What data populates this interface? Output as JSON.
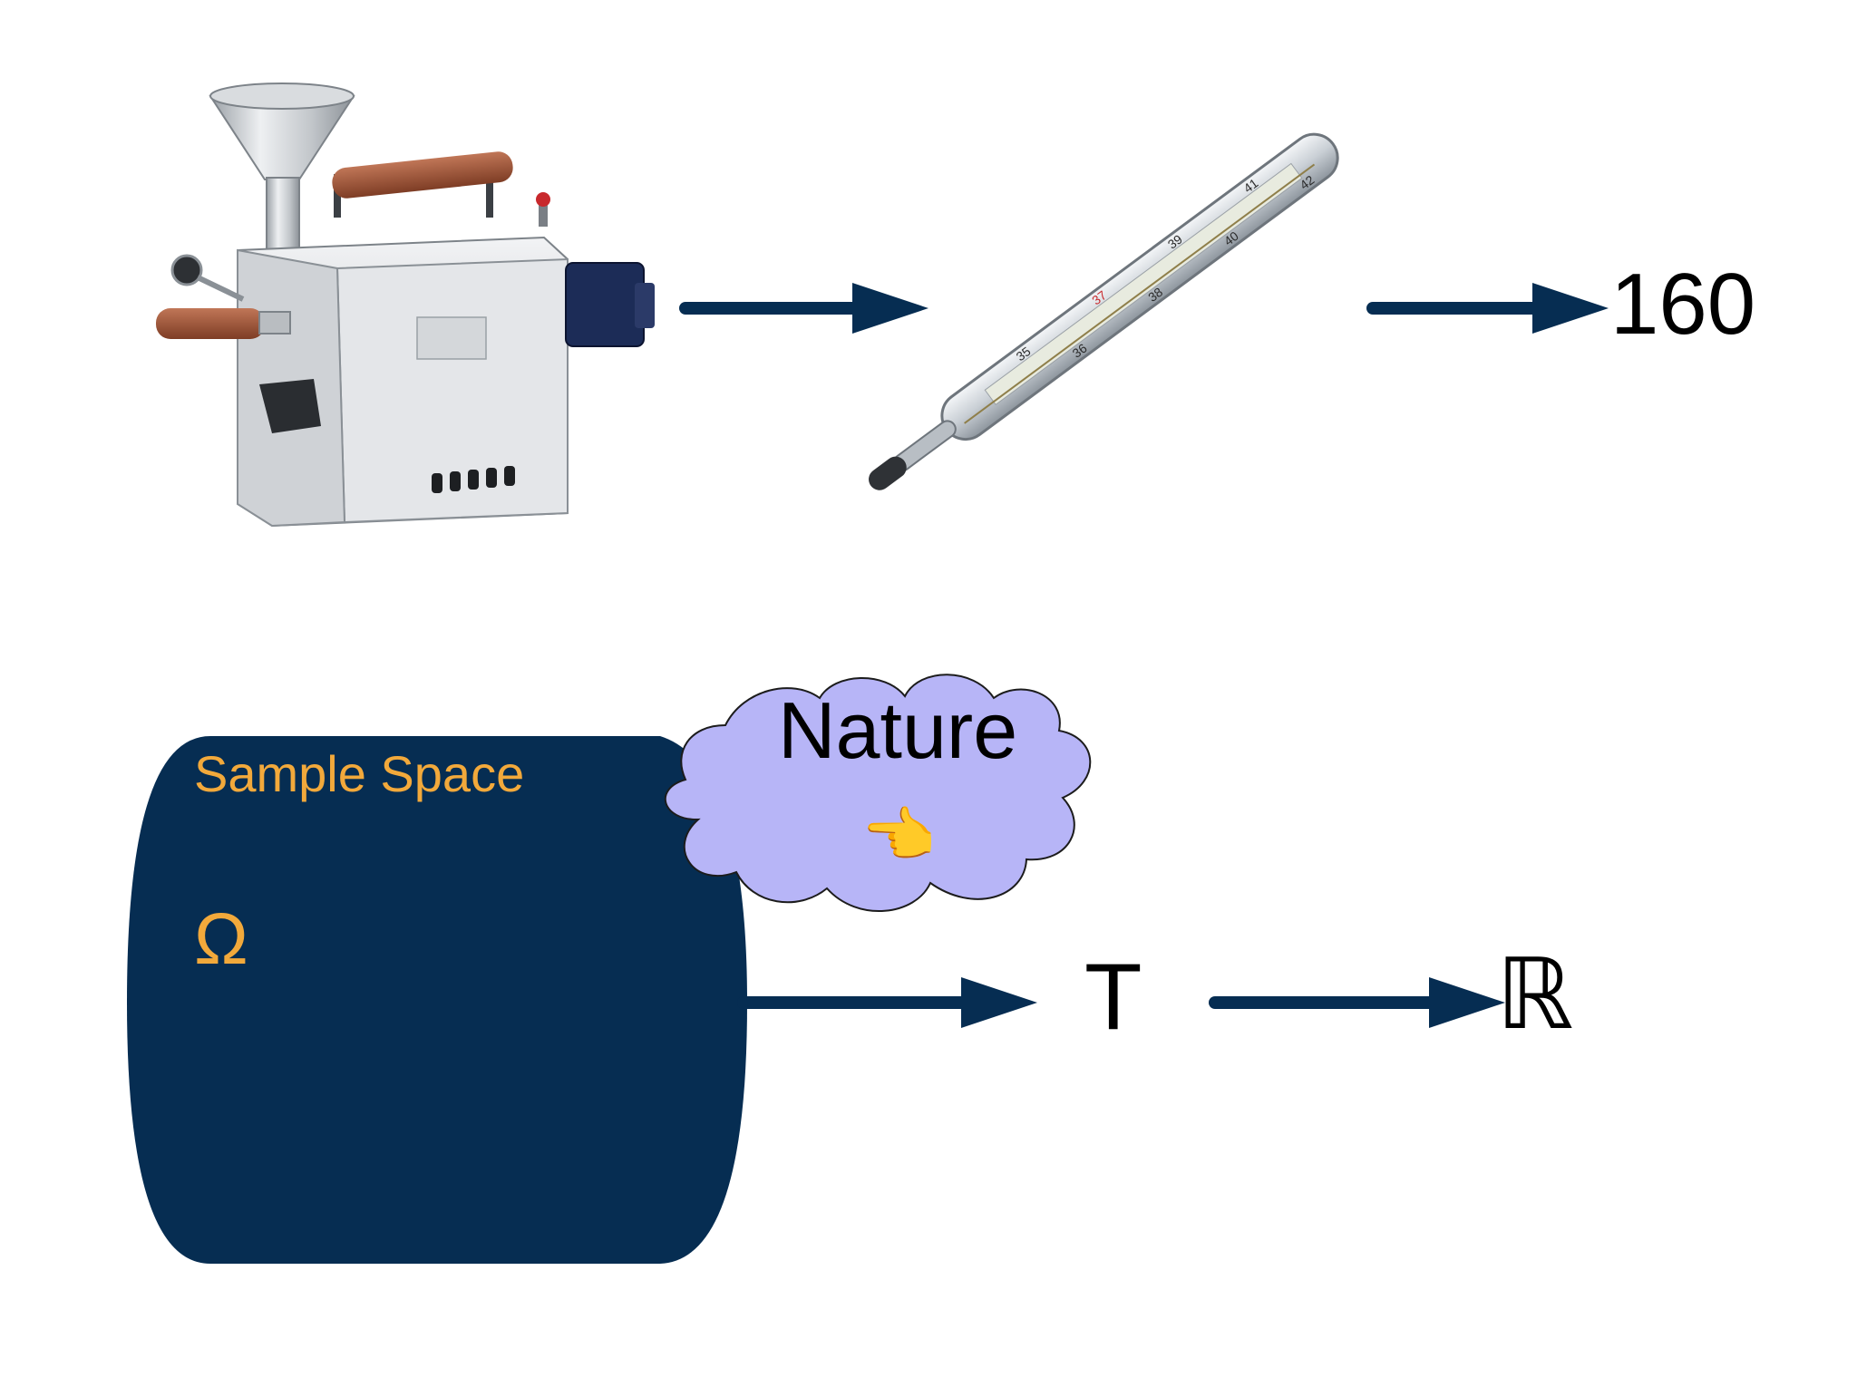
{
  "top_row": {
    "roaster_icon": "coffee-roaster-machine",
    "thermometer_icon": "glass-thermometer",
    "thermometer_scale": [
      "35",
      "36",
      "37",
      "38",
      "39",
      "40",
      "41",
      "42"
    ],
    "reading": "160"
  },
  "bottom_row": {
    "sample_space_label": "Sample Space",
    "omega_symbol": "Ω",
    "nature_label": "Nature",
    "pointer_emoji": "👈",
    "random_variable": "T",
    "reals_symbol": "ℝ"
  },
  "colors": {
    "navy": "#062d52",
    "orange": "#f2a93b",
    "cloud": "#b7b5f7",
    "steel": "#c9ccd0",
    "wood": "#a55a3c"
  }
}
